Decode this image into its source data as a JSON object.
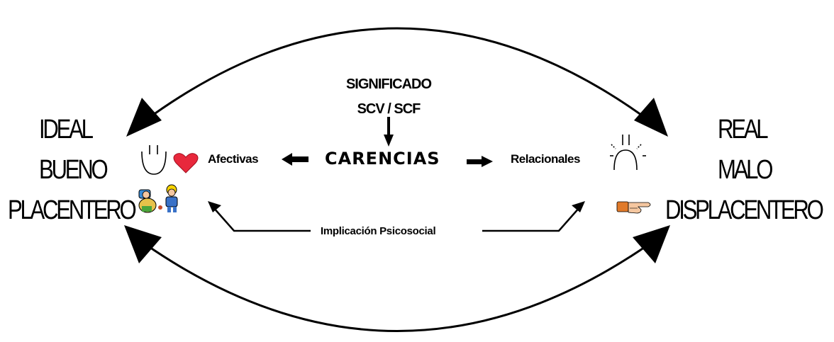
{
  "left": {
    "line1": "IDEAL",
    "line2": "BUENO",
    "line3": "PLACENTERO"
  },
  "right": {
    "line1": "REAL",
    "line2": "MALO",
    "line3": "DISPLACENTERO"
  },
  "top": {
    "line1": "SIGNIFICADO",
    "line2": "SCV / SCF"
  },
  "center": {
    "label": "CARENCIAS",
    "left_label": "Afectivas",
    "right_label": "Relacionales"
  },
  "bottom_label": "Implicación Psicosocial",
  "icons": {
    "smile": "smile-face-icon",
    "heart": "heart-icon",
    "kids": "children-playing-icon",
    "sad": "sad-face-icon",
    "pointer": "pointing-hand-icon"
  },
  "colors": {
    "heart": "#e8283c",
    "stroke": "#000000"
  }
}
